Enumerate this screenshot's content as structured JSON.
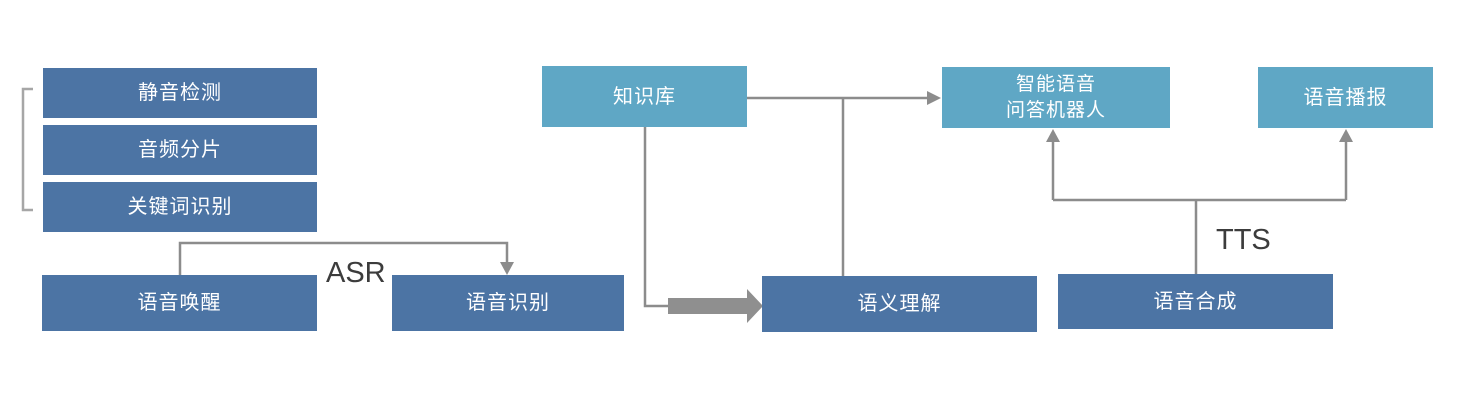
{
  "diagram": {
    "nodes": {
      "silence_detection": {
        "label": "静音检测"
      },
      "audio_segmentation": {
        "label": "音频分片"
      },
      "keyword_recognition": {
        "label": "关键词识别"
      },
      "voice_wakeup": {
        "label": "语音唤醒"
      },
      "speech_recognition": {
        "label": "语音识别"
      },
      "knowledge_base": {
        "label": "知识库"
      },
      "semantic_understanding": {
        "label": "语义理解"
      },
      "qa_robot": {
        "label_line1": "智能语音",
        "label_line2": "问答机器人"
      },
      "voice_broadcast": {
        "label": "语音播报"
      },
      "speech_synthesis": {
        "label": "语音合成"
      }
    },
    "edge_labels": {
      "asr": "ASR",
      "tts": "TTS"
    },
    "colors": {
      "dark_box": "#4C74A4",
      "light_box": "#5FA7C5",
      "connector": "#8C8C8C",
      "thick_arrow": "#8F8F8F",
      "bracket": "#A6A6A6",
      "edge_label_text": "#3C3C3C",
      "box_text": "#FFFFFF"
    }
  }
}
